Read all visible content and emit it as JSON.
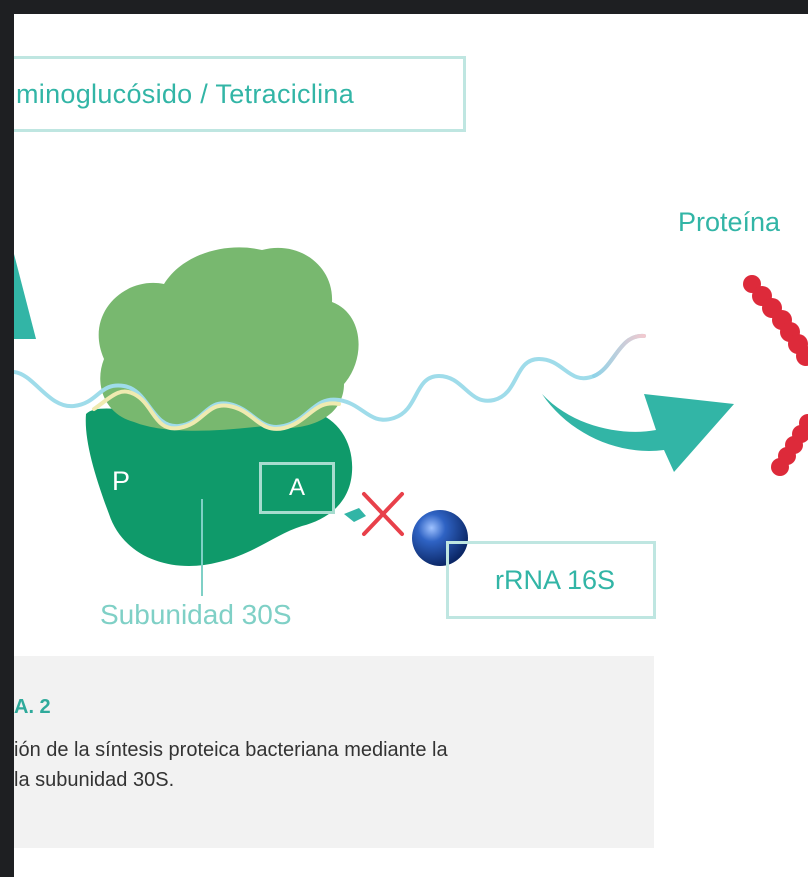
{
  "diagram": {
    "drug_box_label": "minoglucósido / Tetraciclina",
    "protein_label": "Proteína",
    "site_p_label": "P",
    "site_a_label": "A",
    "subunit_label": "Subunidad 30S",
    "rrna_label": "rRNA 16S"
  },
  "caption": {
    "figure_label": "A. 2",
    "lines": [
      "ión de la síntesis proteica bacteriana mediante la",
      "la subunidad 30S."
    ]
  },
  "colors": {
    "teal": "#32b5a6",
    "subunit_50s": "#78b86f",
    "subunit_30s": "#0f9a6a",
    "protein_beads": "#dd2a3a",
    "inhibition_x": "#e8404a",
    "blocker_sphere": "#1f4fa8"
  }
}
